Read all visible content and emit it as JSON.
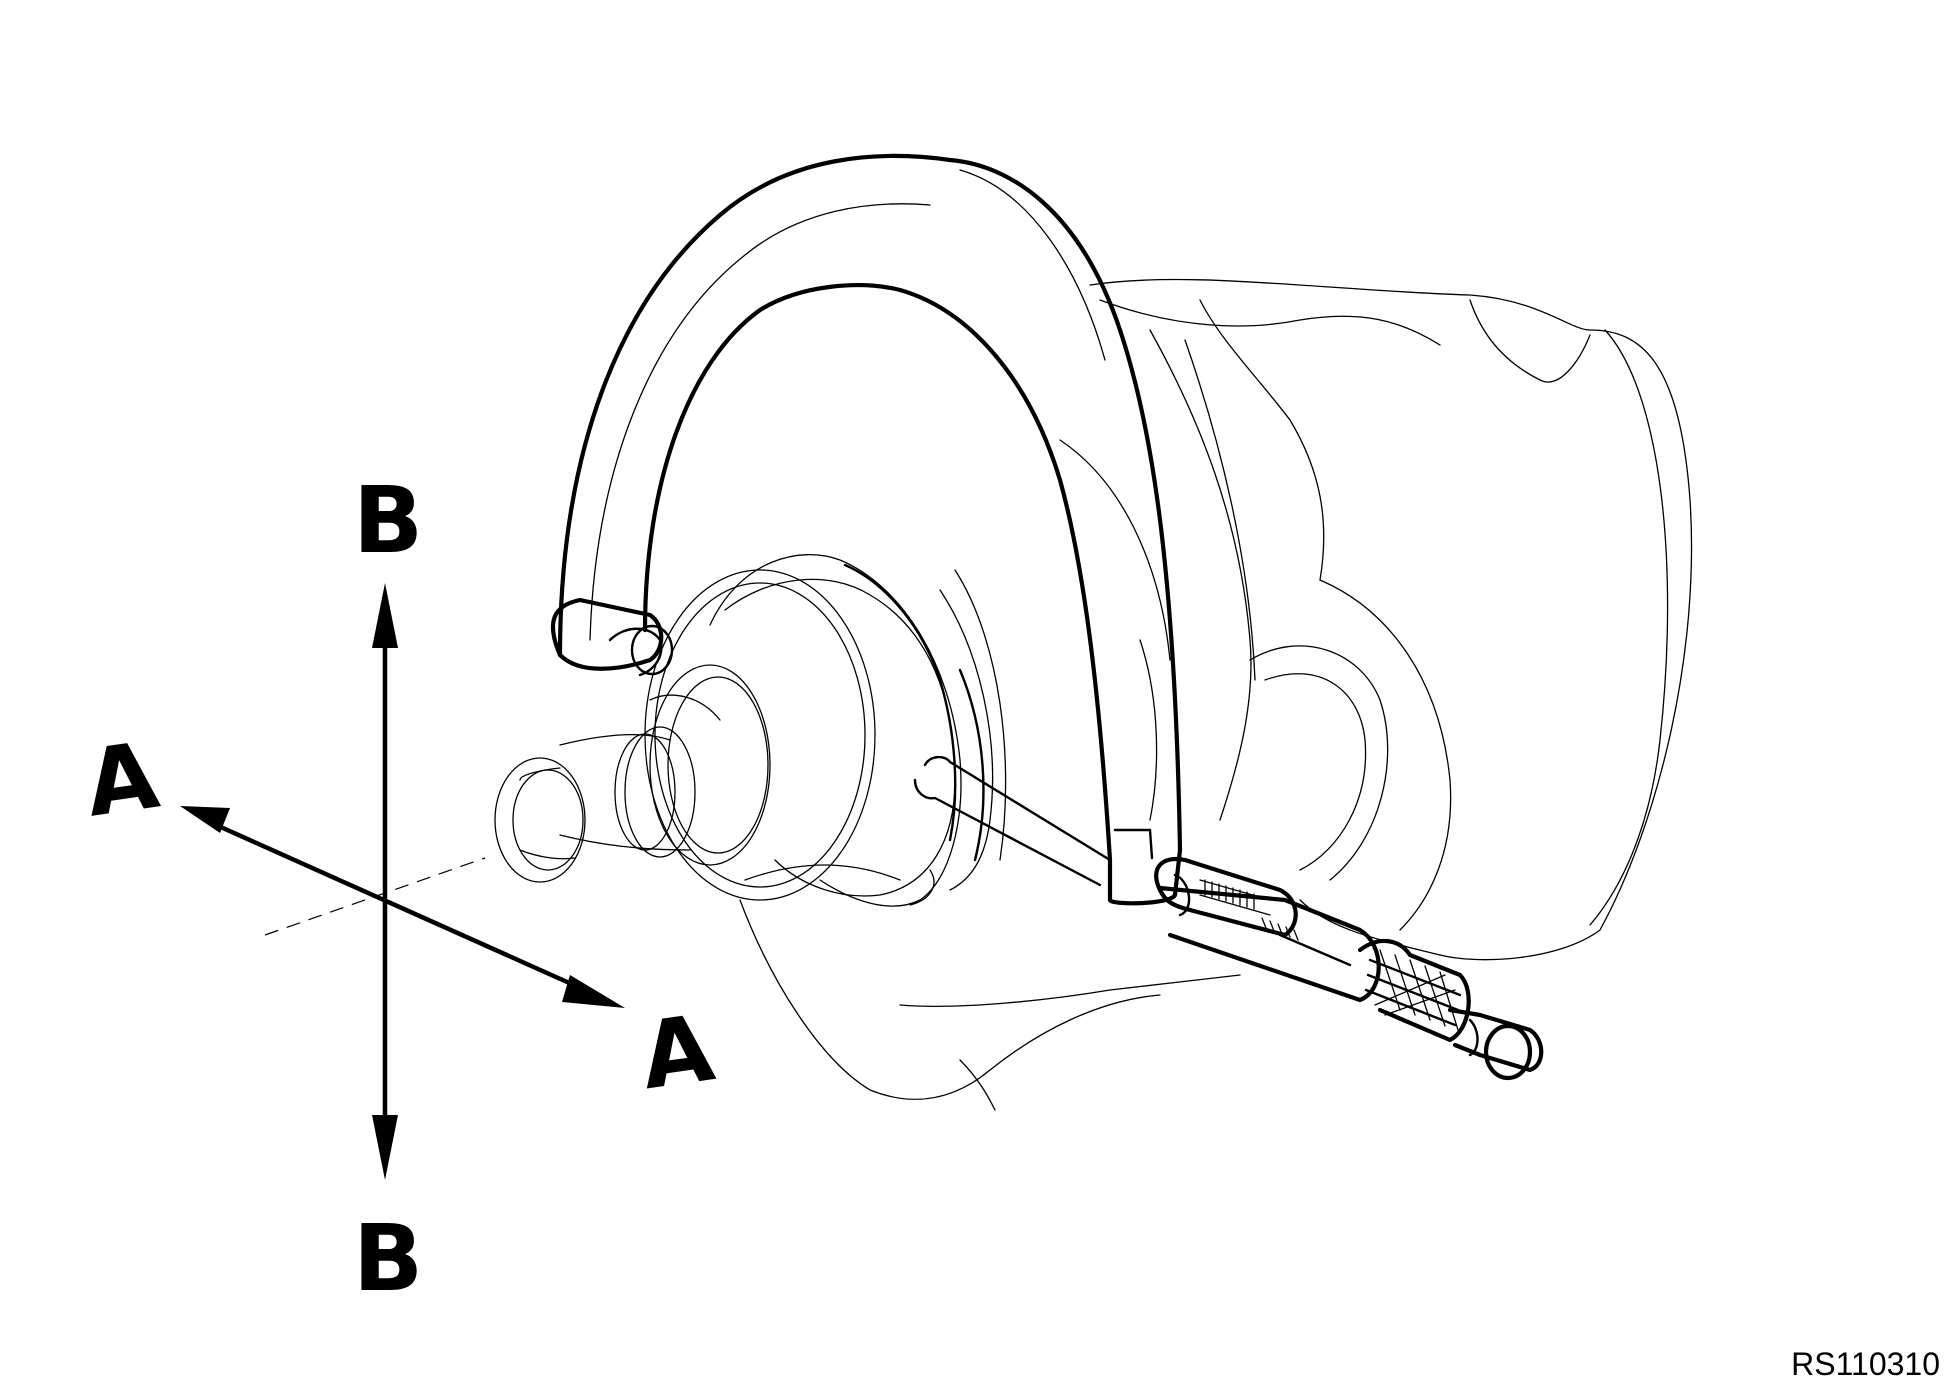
{
  "labels": {
    "axis_a_left": "A",
    "axis_a_right": "A",
    "axis_b_top": "B",
    "axis_b_bottom": "B"
  },
  "figure_code": "RS110310"
}
